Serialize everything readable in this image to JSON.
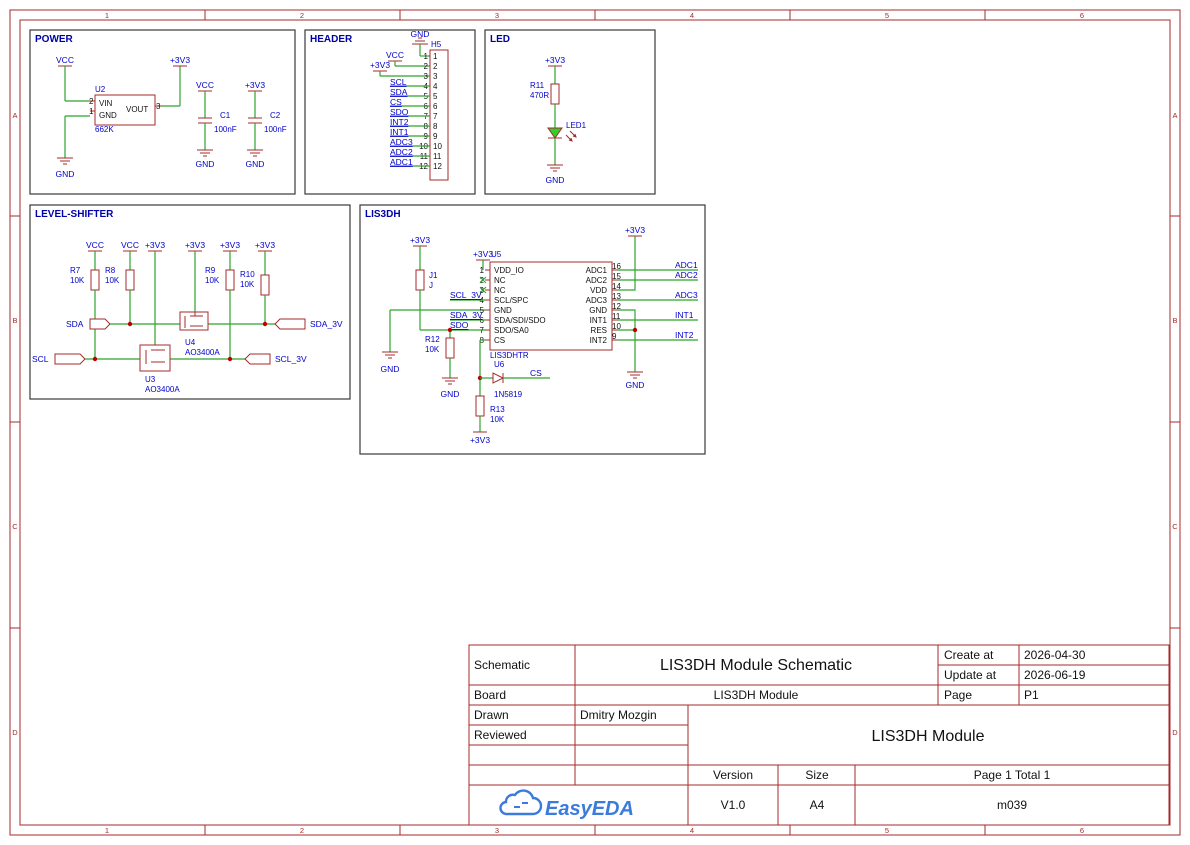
{
  "frame": {
    "col_labels": [
      "1",
      "2",
      "3",
      "4",
      "5",
      "6"
    ],
    "row_labels": [
      "A",
      "B",
      "C",
      "D"
    ]
  },
  "colors": {
    "frame": "#a52a2a",
    "wire": "#2fa32f",
    "text": "#0000cc",
    "junction": "#c00000",
    "logo": "#3b7bdc"
  },
  "blocks": {
    "power": {
      "title": "POWER",
      "nets": {
        "vcc": "VCC",
        "v33_a": "+3V3",
        "vcc_c1": "VCC",
        "v33_c2": "+3V3",
        "gnd_a": "GND",
        "gnd_c1": "GND",
        "gnd_c2": "GND"
      },
      "u2": {
        "ref": "U2",
        "val": "662K",
        "pin_vin": "VIN",
        "pin_gnd": "GND",
        "pin_vout": "VOUT",
        "n2": "2",
        "n1": "1",
        "n3": "3"
      },
      "c1": {
        "ref": "C1",
        "val": "100nF"
      },
      "c2": {
        "ref": "C2",
        "val": "100nF"
      }
    },
    "header": {
      "title": "HEADER",
      "ref": "H5",
      "gnd": "GND",
      "vcc": "VCC",
      "v33": "+3V3",
      "signals": [
        "SCL",
        "SDA",
        "CS",
        "SDO",
        "INT2",
        "INT1",
        "ADC3",
        "ADC2",
        "ADC1"
      ],
      "left_pins": [
        "1",
        "2",
        "3",
        "4",
        "5",
        "6",
        "7",
        "8",
        "9",
        "10",
        "11",
        "12"
      ],
      "right_pins": [
        "1",
        "2",
        "3",
        "4",
        "5",
        "6",
        "7",
        "8",
        "9",
        "10",
        "11",
        "12"
      ]
    },
    "led": {
      "title": "LED",
      "v33": "+3V3",
      "r_ref": "R11",
      "r_val": "470R",
      "led_ref": "LED1",
      "gnd": "GND"
    },
    "level_shifter": {
      "title": "LEVEL-SHIFTER",
      "supplies": [
        "VCC",
        "VCC",
        "+3V3",
        "+3V3",
        "+3V3",
        "+3V3"
      ],
      "r7": {
        "ref": "R7",
        "val": "10K"
      },
      "r8": {
        "ref": "R8",
        "val": "10K"
      },
      "r9": {
        "ref": "R9",
        "val": "10K"
      },
      "r10": {
        "ref": "R10",
        "val": "10K"
      },
      "u4": {
        "ref": "U4",
        "val": "AO3400A"
      },
      "u3": {
        "ref": "U3",
        "val": "AO3400A"
      },
      "ports": {
        "sda": "SDA",
        "sda3": "SDA_3V",
        "scl": "SCL",
        "scl3": "SCL_3V"
      }
    },
    "lis3dh": {
      "title": "LIS3DH",
      "v33_left": "+3V3",
      "v33_top": "+3V3",
      "v33_right": "+3V3",
      "v33_bottom": "+3V3",
      "u5": {
        "ref": "U5",
        "val": "LIS3DHTR",
        "left_pins": [
          {
            "n": "1",
            "name": "VDD_IO"
          },
          {
            "n": "2",
            "name": "NC"
          },
          {
            "n": "3",
            "name": "NC"
          },
          {
            "n": "4",
            "name": "SCL/SPC"
          },
          {
            "n": "5",
            "name": "GND"
          },
          {
            "n": "6",
            "name": "SDA/SDI/SDO"
          },
          {
            "n": "7",
            "name": "SDO/SA0"
          },
          {
            "n": "8",
            "name": "CS"
          }
        ],
        "right_pins": [
          {
            "n": "16",
            "name": "ADC1"
          },
          {
            "n": "15",
            "name": "ADC2"
          },
          {
            "n": "14",
            "name": "VDD"
          },
          {
            "n": "13",
            "name": "ADC3"
          },
          {
            "n": "12",
            "name": "GND"
          },
          {
            "n": "11",
            "name": "INT1"
          },
          {
            "n": "10",
            "name": "RES"
          },
          {
            "n": "9",
            "name": "INT2"
          }
        ]
      },
      "j1": {
        "ref": "J1",
        "val": "J"
      },
      "r12": {
        "ref": "R12",
        "val": "10K"
      },
      "r13": {
        "ref": "R13",
        "val": "10K"
      },
      "u6": {
        "ref": "U6",
        "val": "1N5819"
      },
      "nets": {
        "scl3": "SCL_3V",
        "sda3": "SDA_3V",
        "sdo": "SDO",
        "cs": "CS",
        "adc1": "ADC1",
        "adc2": "ADC2",
        "adc3": "ADC3",
        "int1": "INT1",
        "int2": "INT2",
        "gnd_l": "GND",
        "gnd_m": "GND",
        "gnd_r": "GND"
      }
    }
  },
  "title_block": {
    "schematic_label": "Schematic",
    "schematic_title": "LIS3DH Module Schematic",
    "create_label": "Create at",
    "create_value": "2026-04-30",
    "update_label": "Update at",
    "update_value": "2026-06-19",
    "board_label": "Board",
    "board_value": "LIS3DH Module",
    "page_label": "Page",
    "page_value": "P1",
    "drawn_label": "Drawn",
    "drawn_value": "Dmitry Mozgin",
    "reviewed_label": "Reviewed",
    "module_name": "LIS3DH Module",
    "version_label": "Version",
    "version_value": "V1.0",
    "size_label": "Size",
    "size_value": "A4",
    "page_total": "Page  1  Total  1",
    "doc_id": "m039",
    "logo_text": "EasyEDA"
  }
}
